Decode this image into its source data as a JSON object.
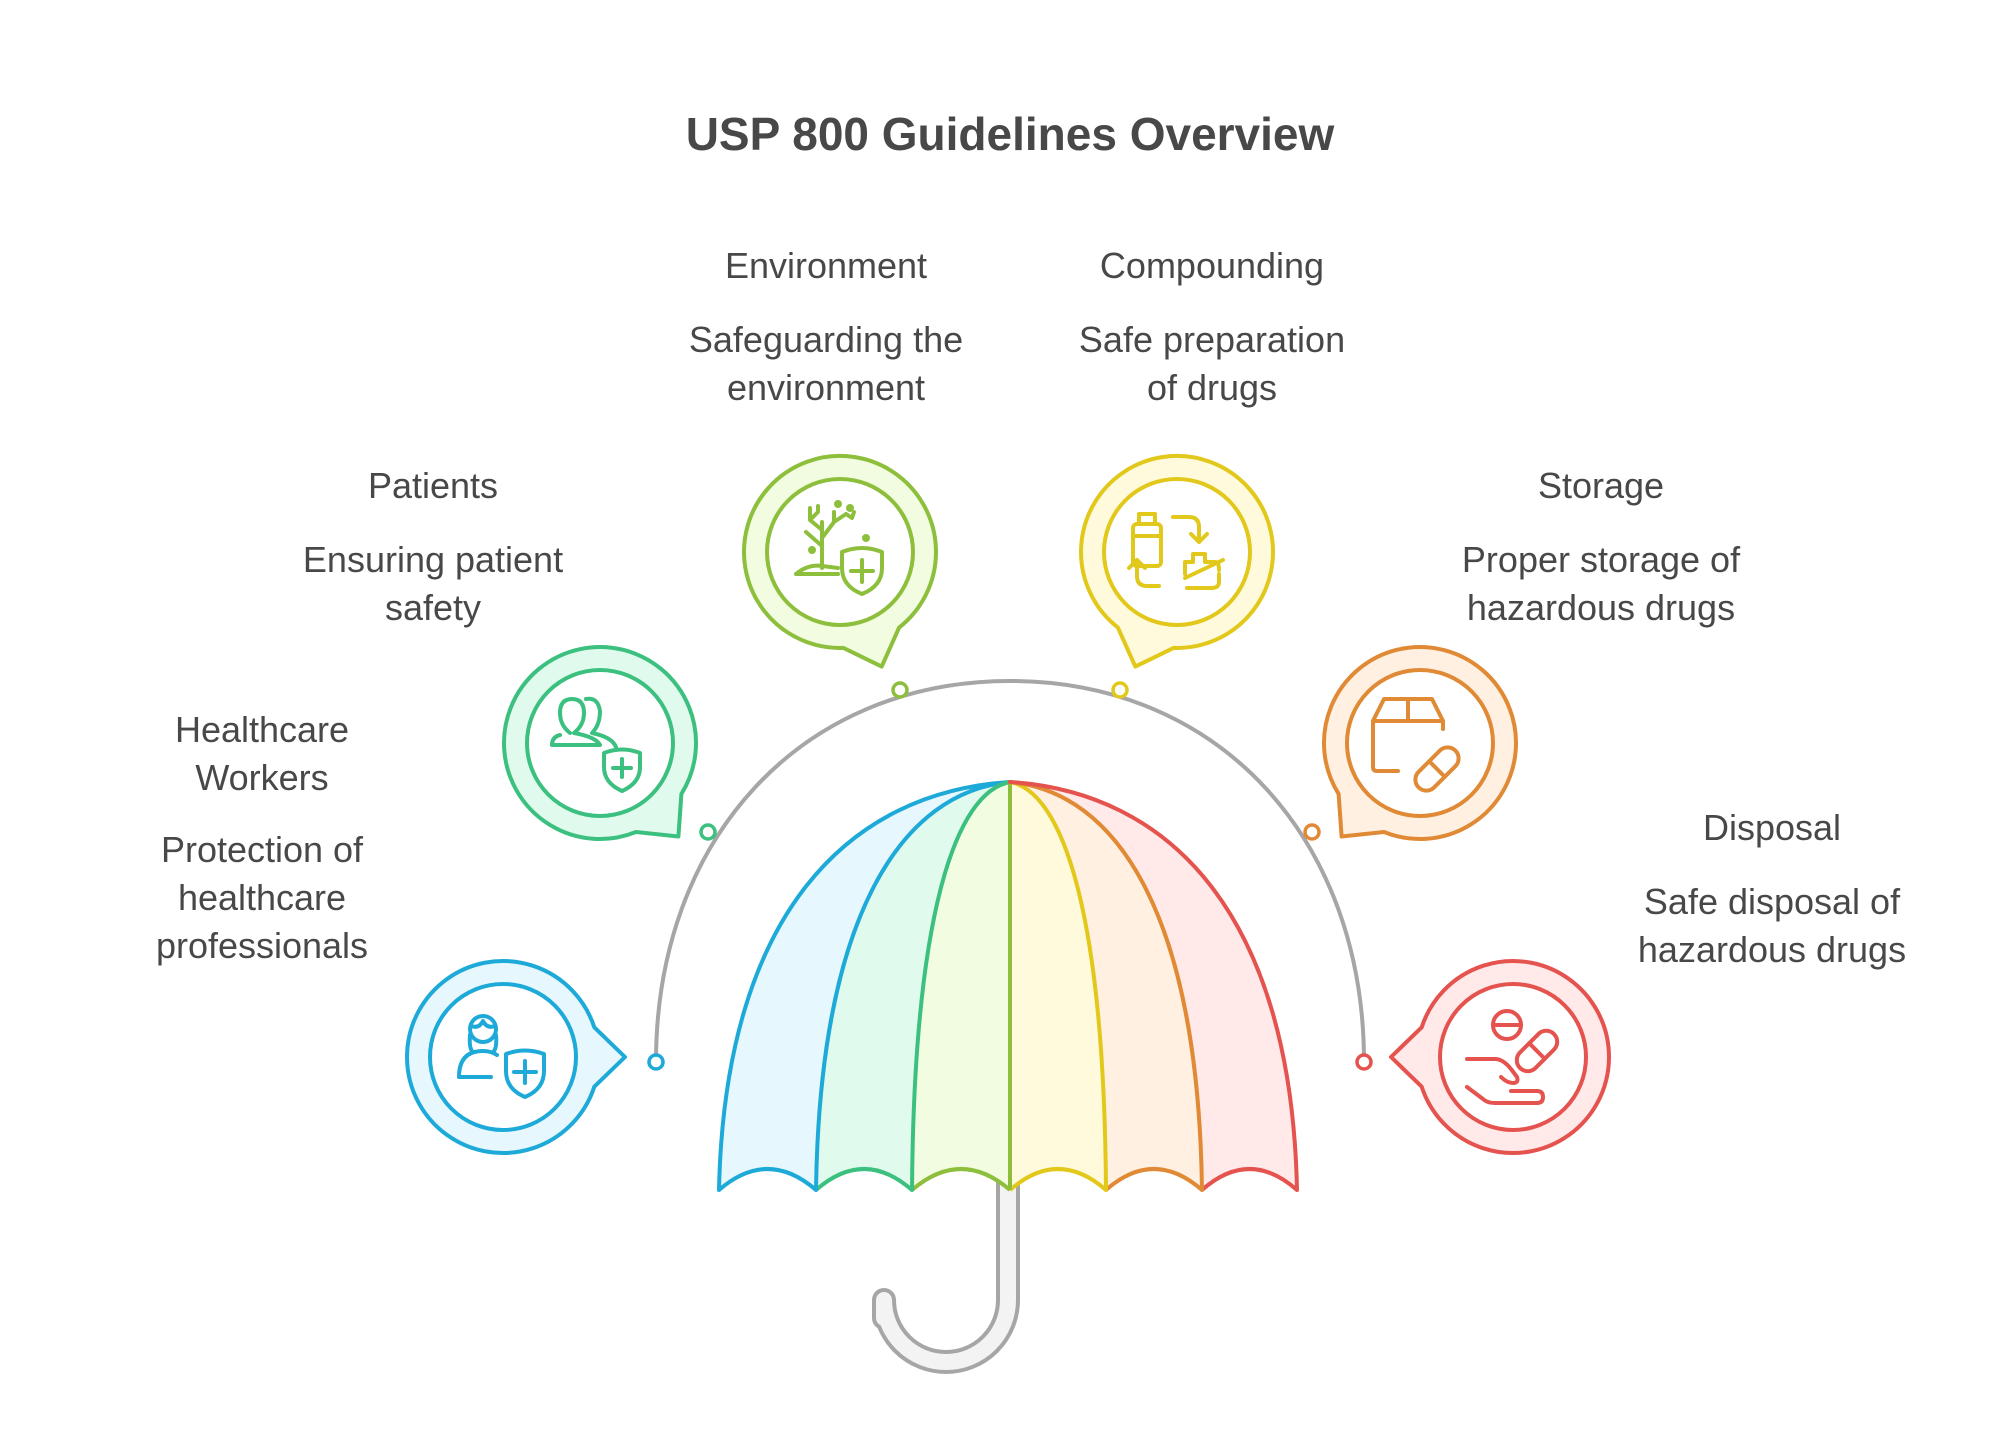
{
  "title": "USP 800 Guidelines Overview",
  "items": [
    {
      "key": "healthcare-workers",
      "title_lines": [
        "Healthcare",
        "Workers"
      ],
      "desc_lines": [
        "Protection of",
        "healthcare",
        "professionals"
      ],
      "icon": "healthcare-worker-shield-icon",
      "color": "#1EAAD8",
      "fill": "#E6F7FD"
    },
    {
      "key": "patients",
      "title_lines": [
        "Patients"
      ],
      "desc_lines": [
        "Ensuring patient",
        "safety"
      ],
      "icon": "patients-shield-icon",
      "color": "#3CC07F",
      "fill": "#E1FAEE"
    },
    {
      "key": "environment",
      "title_lines": [
        "Environment"
      ],
      "desc_lines": [
        "Safeguarding the",
        "environment"
      ],
      "icon": "tree-shield-icon",
      "color": "#8DBF3C",
      "fill": "#F2FCE0"
    },
    {
      "key": "compounding",
      "title_lines": [
        "Compounding"
      ],
      "desc_lines": [
        "Safe preparation",
        "of drugs"
      ],
      "icon": "bottle-exchange-icon",
      "color": "#E2C81B",
      "fill": "#FFFADC"
    },
    {
      "key": "storage",
      "title_lines": [
        "Storage"
      ],
      "desc_lines": [
        "Proper storage of",
        "hazardous drugs"
      ],
      "icon": "box-pill-icon",
      "color": "#E08A35",
      "fill": "#FFF0E2"
    },
    {
      "key": "disposal",
      "title_lines": [
        "Disposal"
      ],
      "desc_lines": [
        "Safe disposal of",
        "hazardous drugs"
      ],
      "icon": "hand-pills-icon",
      "color": "#E5534F",
      "fill": "#FFE9E9"
    }
  ],
  "colors": {
    "text": "#484848",
    "arc": "#A6A6A6",
    "handle_fill": "#F3F3F3"
  }
}
